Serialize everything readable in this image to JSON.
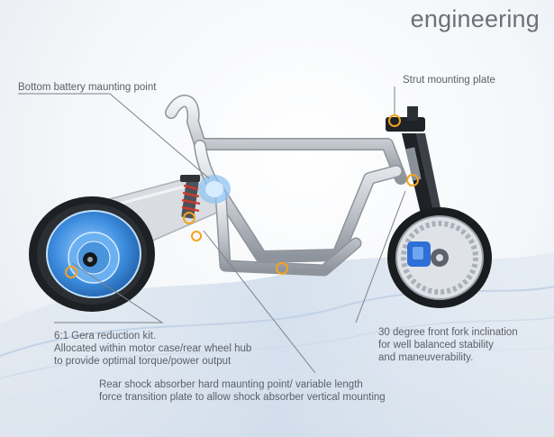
{
  "title": "engineering",
  "callouts": {
    "battery": "Bottom battery maunting point",
    "strut": "Strut mounting plate",
    "gear": {
      "line1": "6:1 Gera reduction kit.",
      "line2": "Allocated within motor case/rear wheel hub",
      "line3": "to provide optimal torque/power output"
    },
    "fork": {
      "line1": "30 degree front fork inclination",
      "line2": "for well balanced stability",
      "line3": "and maneuverability."
    },
    "shock": {
      "line1": "Rear shock absorber hard maunting point/ variable length",
      "line2": "force transition plate to allow shock absorber vertical mounting"
    }
  },
  "colors": {
    "frame": "#c8ccd2",
    "hub": "#3f8fe0",
    "marker": "#f3a21c",
    "brake": "#2d6fd6",
    "text": "#5b6068"
  }
}
